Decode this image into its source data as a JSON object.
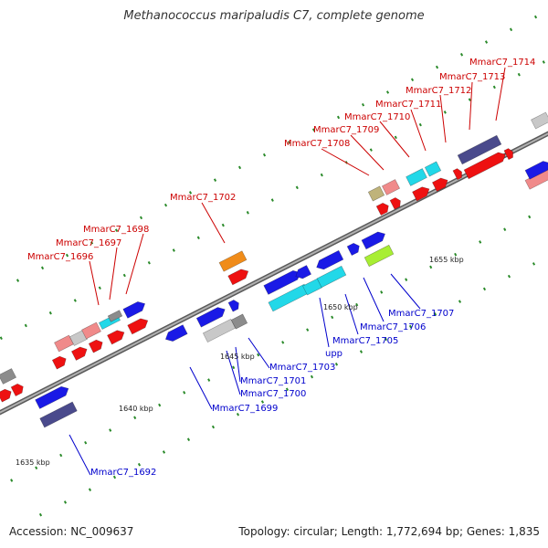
{
  "title": "Methanococcus maripaludis C7, complete genome",
  "footer": {
    "accession": "Accession: NC_009637",
    "summary": "Topology: circular; Length: 1,772,694 bp; Genes: 1,835"
  },
  "colors": {
    "backbone": "#8a8a8a",
    "forward_cds": "#ff1a1a",
    "reverse_cds": "#1a1aff",
    "label_forward": "#cc0000",
    "label_reverse": "#0000cc",
    "tick": "#2a8a2a"
  },
  "scale_labels": [
    "1635 kbp",
    "1640 kbp",
    "1645 kbp",
    "1650 kbp",
    "1655 kbp"
  ],
  "gene_labels_forward": [
    "MmarC7_1696",
    "MmarC7_1697",
    "MmarC7_1698",
    "MmarC7_1702",
    "MmarC7_1708",
    "MmarC7_1709",
    "MmarC7_1710",
    "MmarC7_1711",
    "MmarC7_1712",
    "MmarC7_1713",
    "MmarC7_1714"
  ],
  "gene_labels_reverse": [
    "MmarC7_1692",
    "MmarC7_1699",
    "MmarC7_1700",
    "MmarC7_1701",
    "MmarC7_1703",
    "upp",
    "MmarC7_1705",
    "MmarC7_1706",
    "MmarC7_1707"
  ]
}
